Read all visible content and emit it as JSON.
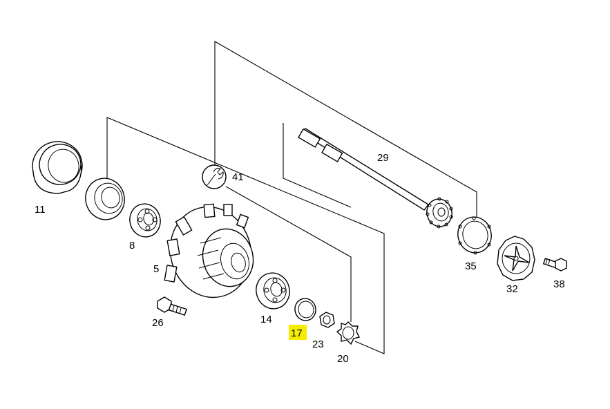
{
  "callouts": {
    "p11": "11",
    "p8": "8",
    "p5": "5",
    "p26": "26",
    "p14": "14",
    "p17": "17",
    "p23": "23",
    "p20": "20",
    "p41": "41",
    "p29": "29",
    "p35": "35",
    "p32": "32",
    "p38": "38"
  },
  "highlight": {
    "part": "17",
    "color": "#f5ec00"
  },
  "icons": {
    "tool_symbol": "wrench-icon"
  }
}
